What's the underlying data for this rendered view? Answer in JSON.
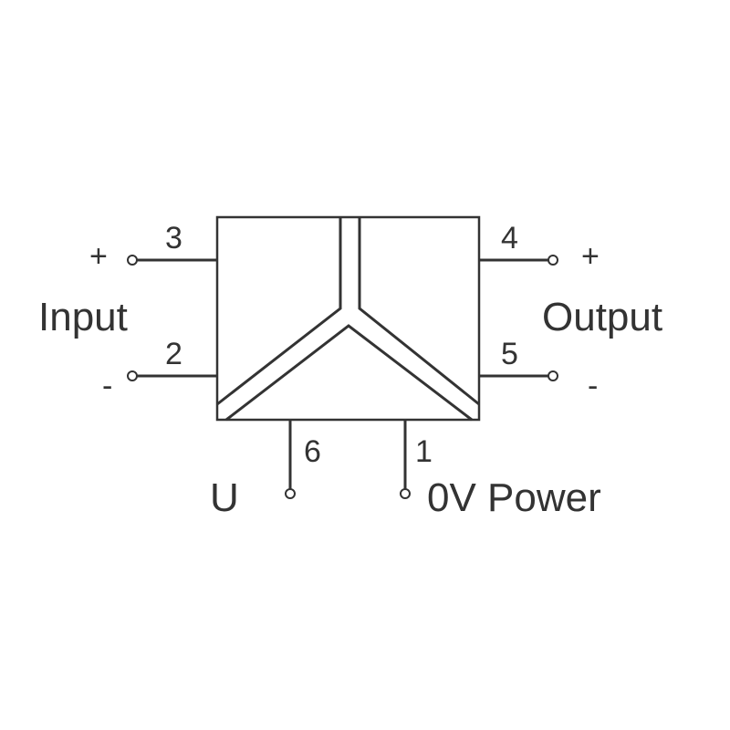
{
  "diagram": {
    "input": {
      "label": "Input",
      "plus": "+",
      "minus": "-",
      "pin_plus": "3",
      "pin_minus": "2"
    },
    "output": {
      "label": "Output",
      "plus": "+",
      "minus": "-",
      "pin_plus": "4",
      "pin_minus": "5"
    },
    "power": {
      "u_label": "U",
      "zero_label": "0V Power",
      "pin_u": "6",
      "pin_zero": "1"
    },
    "line_color": "#333333"
  }
}
